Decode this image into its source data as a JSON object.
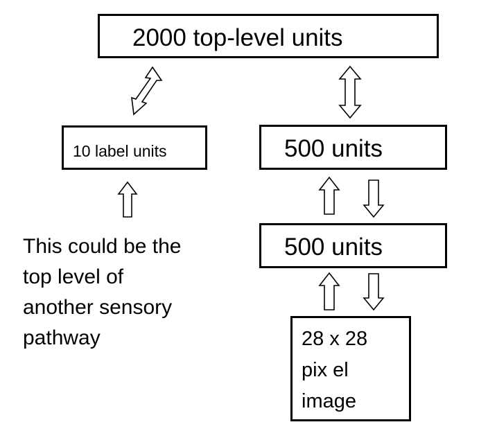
{
  "diagram": {
    "top_box": {
      "label": "2000 top-level units"
    },
    "label_box": {
      "label": "10 label units"
    },
    "hidden_upper_box": {
      "label": "500 units"
    },
    "hidden_lower_box": {
      "label": "500 units"
    },
    "image_box": {
      "lines": [
        "28 x  28",
        "pix el",
        "image"
      ]
    },
    "side_note": {
      "lines": [
        "This could be the",
        "top level of",
        "another sensory",
        "pathway"
      ]
    }
  }
}
